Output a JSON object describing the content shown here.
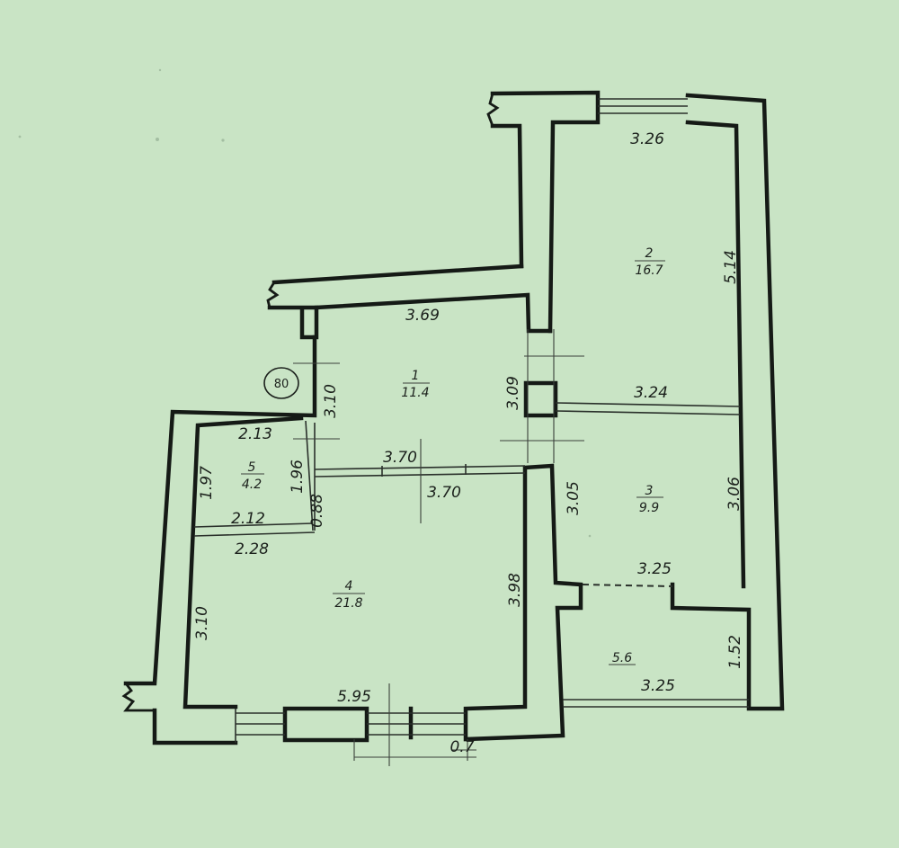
{
  "rooms": {
    "r1": {
      "no": "1",
      "area": "11.4"
    },
    "r2": {
      "no": "2",
      "area": "16.7"
    },
    "r3": {
      "no": "3",
      "area": "9.9"
    },
    "r4": {
      "no": "4",
      "area": "21.8"
    },
    "r5": {
      "no": "5",
      "area": "4.2"
    },
    "r6": {
      "area": "5.6"
    }
  },
  "dimensions": {
    "d326": "3.26",
    "d514": "5.14",
    "d369": "3.69",
    "d309": "3.09",
    "d310a": "3.10",
    "d324": "3.24",
    "d213": "2.13",
    "d197": "1.97",
    "d196": "1.96",
    "d370a": "3.70",
    "d370b": "3.70",
    "d305": "3.05",
    "d306": "3.06",
    "d212": "2.12",
    "d088": "0.88",
    "d228": "2.28",
    "d325a": "3.25",
    "d310b": "3.10",
    "d398": "3.98",
    "d152": "1.52",
    "d325b": "3.25",
    "d595": "5.95",
    "d07": "0.7"
  },
  "marker": {
    "label": "80"
  }
}
